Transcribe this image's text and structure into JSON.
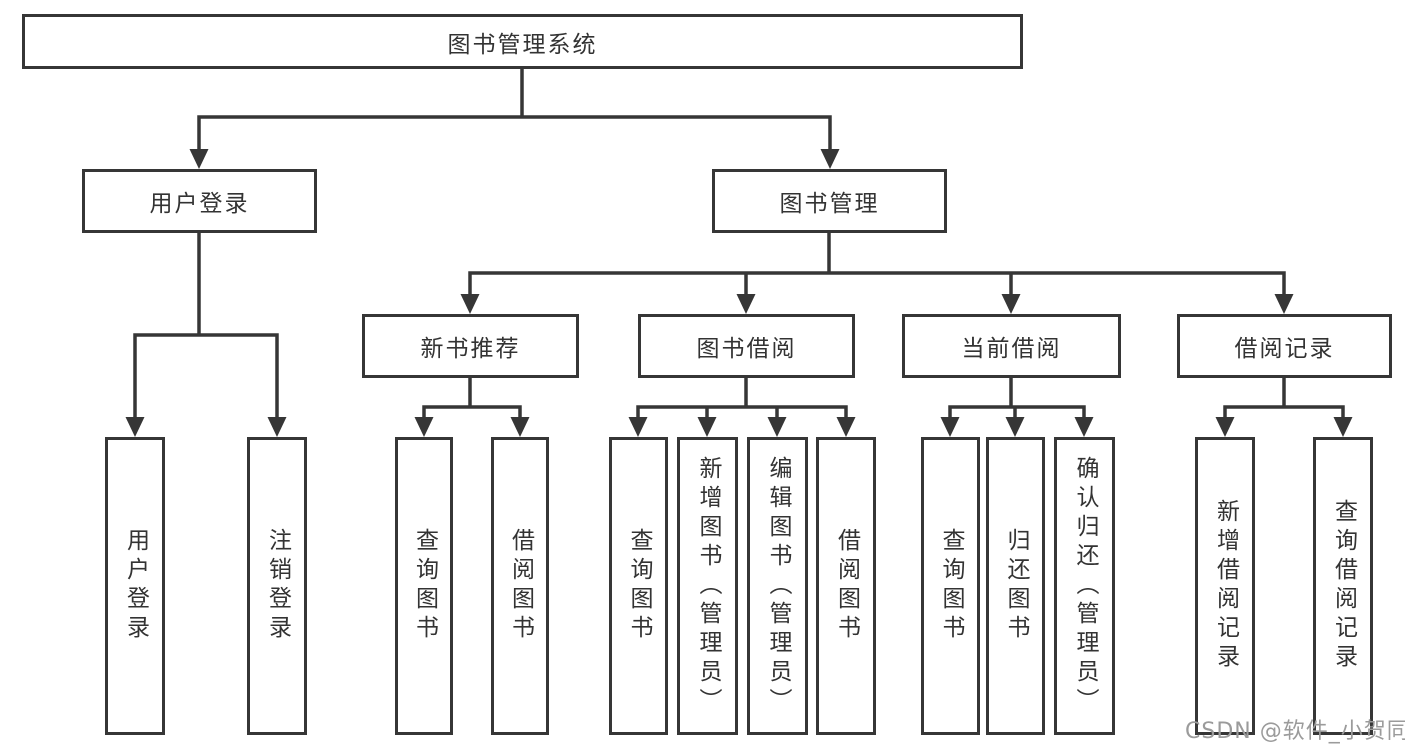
{
  "colors": {
    "line": "#363636",
    "box_border": "#363636",
    "text": "#333333",
    "background": "#ffffff",
    "watermark_text": "#9b9b9b"
  },
  "watermark": "CSDN @软件_小贺同学",
  "chart_data": {
    "type": "tree-diagram",
    "root": "图书管理系统",
    "levels": 4
  },
  "tree": {
    "root": "图书管理系统",
    "branches": [
      {
        "label": "用户登录",
        "children": [
          {
            "label": "用户登录"
          },
          {
            "label": "注销登录"
          }
        ]
      },
      {
        "label": "图书管理",
        "children": [
          {
            "label": "新书推荐",
            "children": [
              {
                "label": "查询图书"
              },
              {
                "label": "借阅图书"
              }
            ]
          },
          {
            "label": "图书借阅",
            "children": [
              {
                "label": "查询图书"
              },
              {
                "label": "新增图书（管理员）"
              },
              {
                "label": "编辑图书（管理员）"
              },
              {
                "label": "借阅图书"
              }
            ]
          },
          {
            "label": "当前借阅",
            "children": [
              {
                "label": "查询图书"
              },
              {
                "label": "归还图书"
              },
              {
                "label": "确认归还（管理员）"
              }
            ]
          },
          {
            "label": "借阅记录",
            "children": [
              {
                "label": "新增借阅记录"
              },
              {
                "label": "查询借阅记录"
              }
            ]
          }
        ]
      }
    ]
  }
}
